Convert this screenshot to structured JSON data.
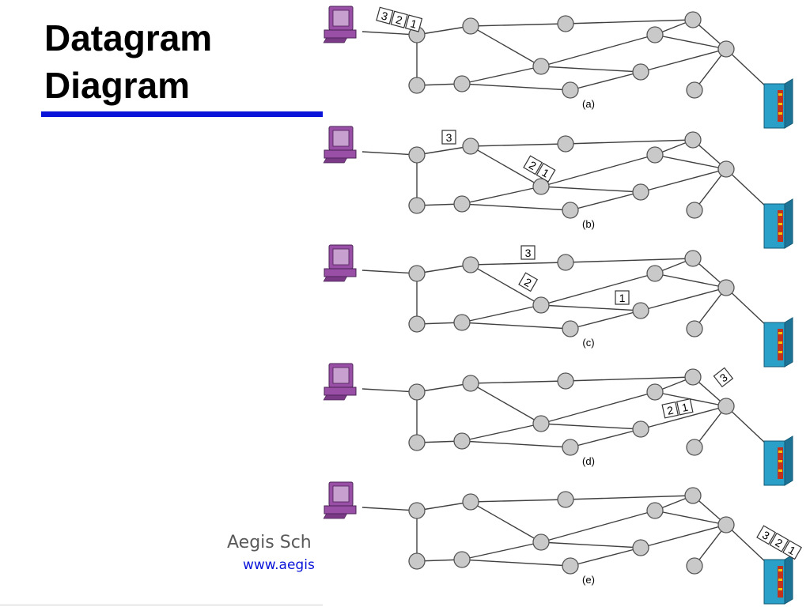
{
  "slide": {
    "title_line1": "Datagram",
    "title_line2": "Diagram",
    "footer_name": "Aegis Sch",
    "footer_url": "www.aegis"
  },
  "diagram": {
    "panels": [
      {
        "label": "(a)",
        "packets": [
          {
            "labels": [
              "3",
              "2",
              "1"
            ]
          }
        ]
      },
      {
        "label": "(b)",
        "packets": [
          {
            "labels": [
              "3"
            ]
          },
          {
            "labels": [
              "2",
              "1"
            ]
          }
        ]
      },
      {
        "label": "(c)",
        "packets": [
          {
            "labels": [
              "3"
            ]
          },
          {
            "labels": [
              "2"
            ]
          },
          {
            "labels": [
              "1"
            ]
          }
        ]
      },
      {
        "label": "(d)",
        "packets": [
          {
            "labels": [
              "3"
            ]
          },
          {
            "labels": [
              "2",
              "1"
            ]
          }
        ]
      },
      {
        "label": "(e)",
        "packets": [
          {
            "labels": [
              "3",
              "2",
              "1"
            ]
          }
        ]
      }
    ],
    "colors": {
      "accent": "#0a14d9",
      "router_fill": "#c9c9c9",
      "computer": "#9a4fa6",
      "server": "#2a9fc8"
    }
  }
}
